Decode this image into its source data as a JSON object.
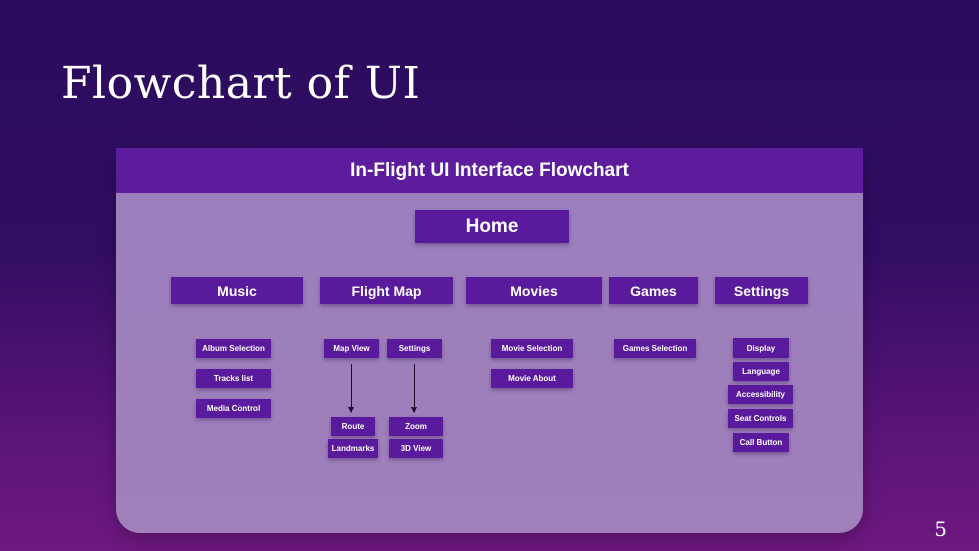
{
  "slide": {
    "title": "Flowchart of UI",
    "page_number": "5"
  },
  "panel": {
    "header": "In-Flight UI Interface Flowchart"
  },
  "root": {
    "label": "Home"
  },
  "categories": [
    {
      "label": "Music",
      "children": [
        "Album Selection",
        "Tracks list",
        "Media Control"
      ]
    },
    {
      "label": "Flight Map",
      "children": [
        "Map View",
        "Settings",
        "Route",
        "Zoom",
        "Landmarks",
        "3D View"
      ]
    },
    {
      "label": "Movies",
      "children": [
        "Movie Selection",
        "Movie About"
      ]
    },
    {
      "label": "Games",
      "children": [
        "Games Selection"
      ]
    },
    {
      "label": "Settings",
      "children": [
        "Display",
        "Language",
        "Accessibility",
        "Seat Controls",
        "Call Button"
      ]
    }
  ],
  "colors": {
    "box": "#5a1a9d",
    "panel_header": "#5c1c9c",
    "panel": "#9a7fbc"
  }
}
